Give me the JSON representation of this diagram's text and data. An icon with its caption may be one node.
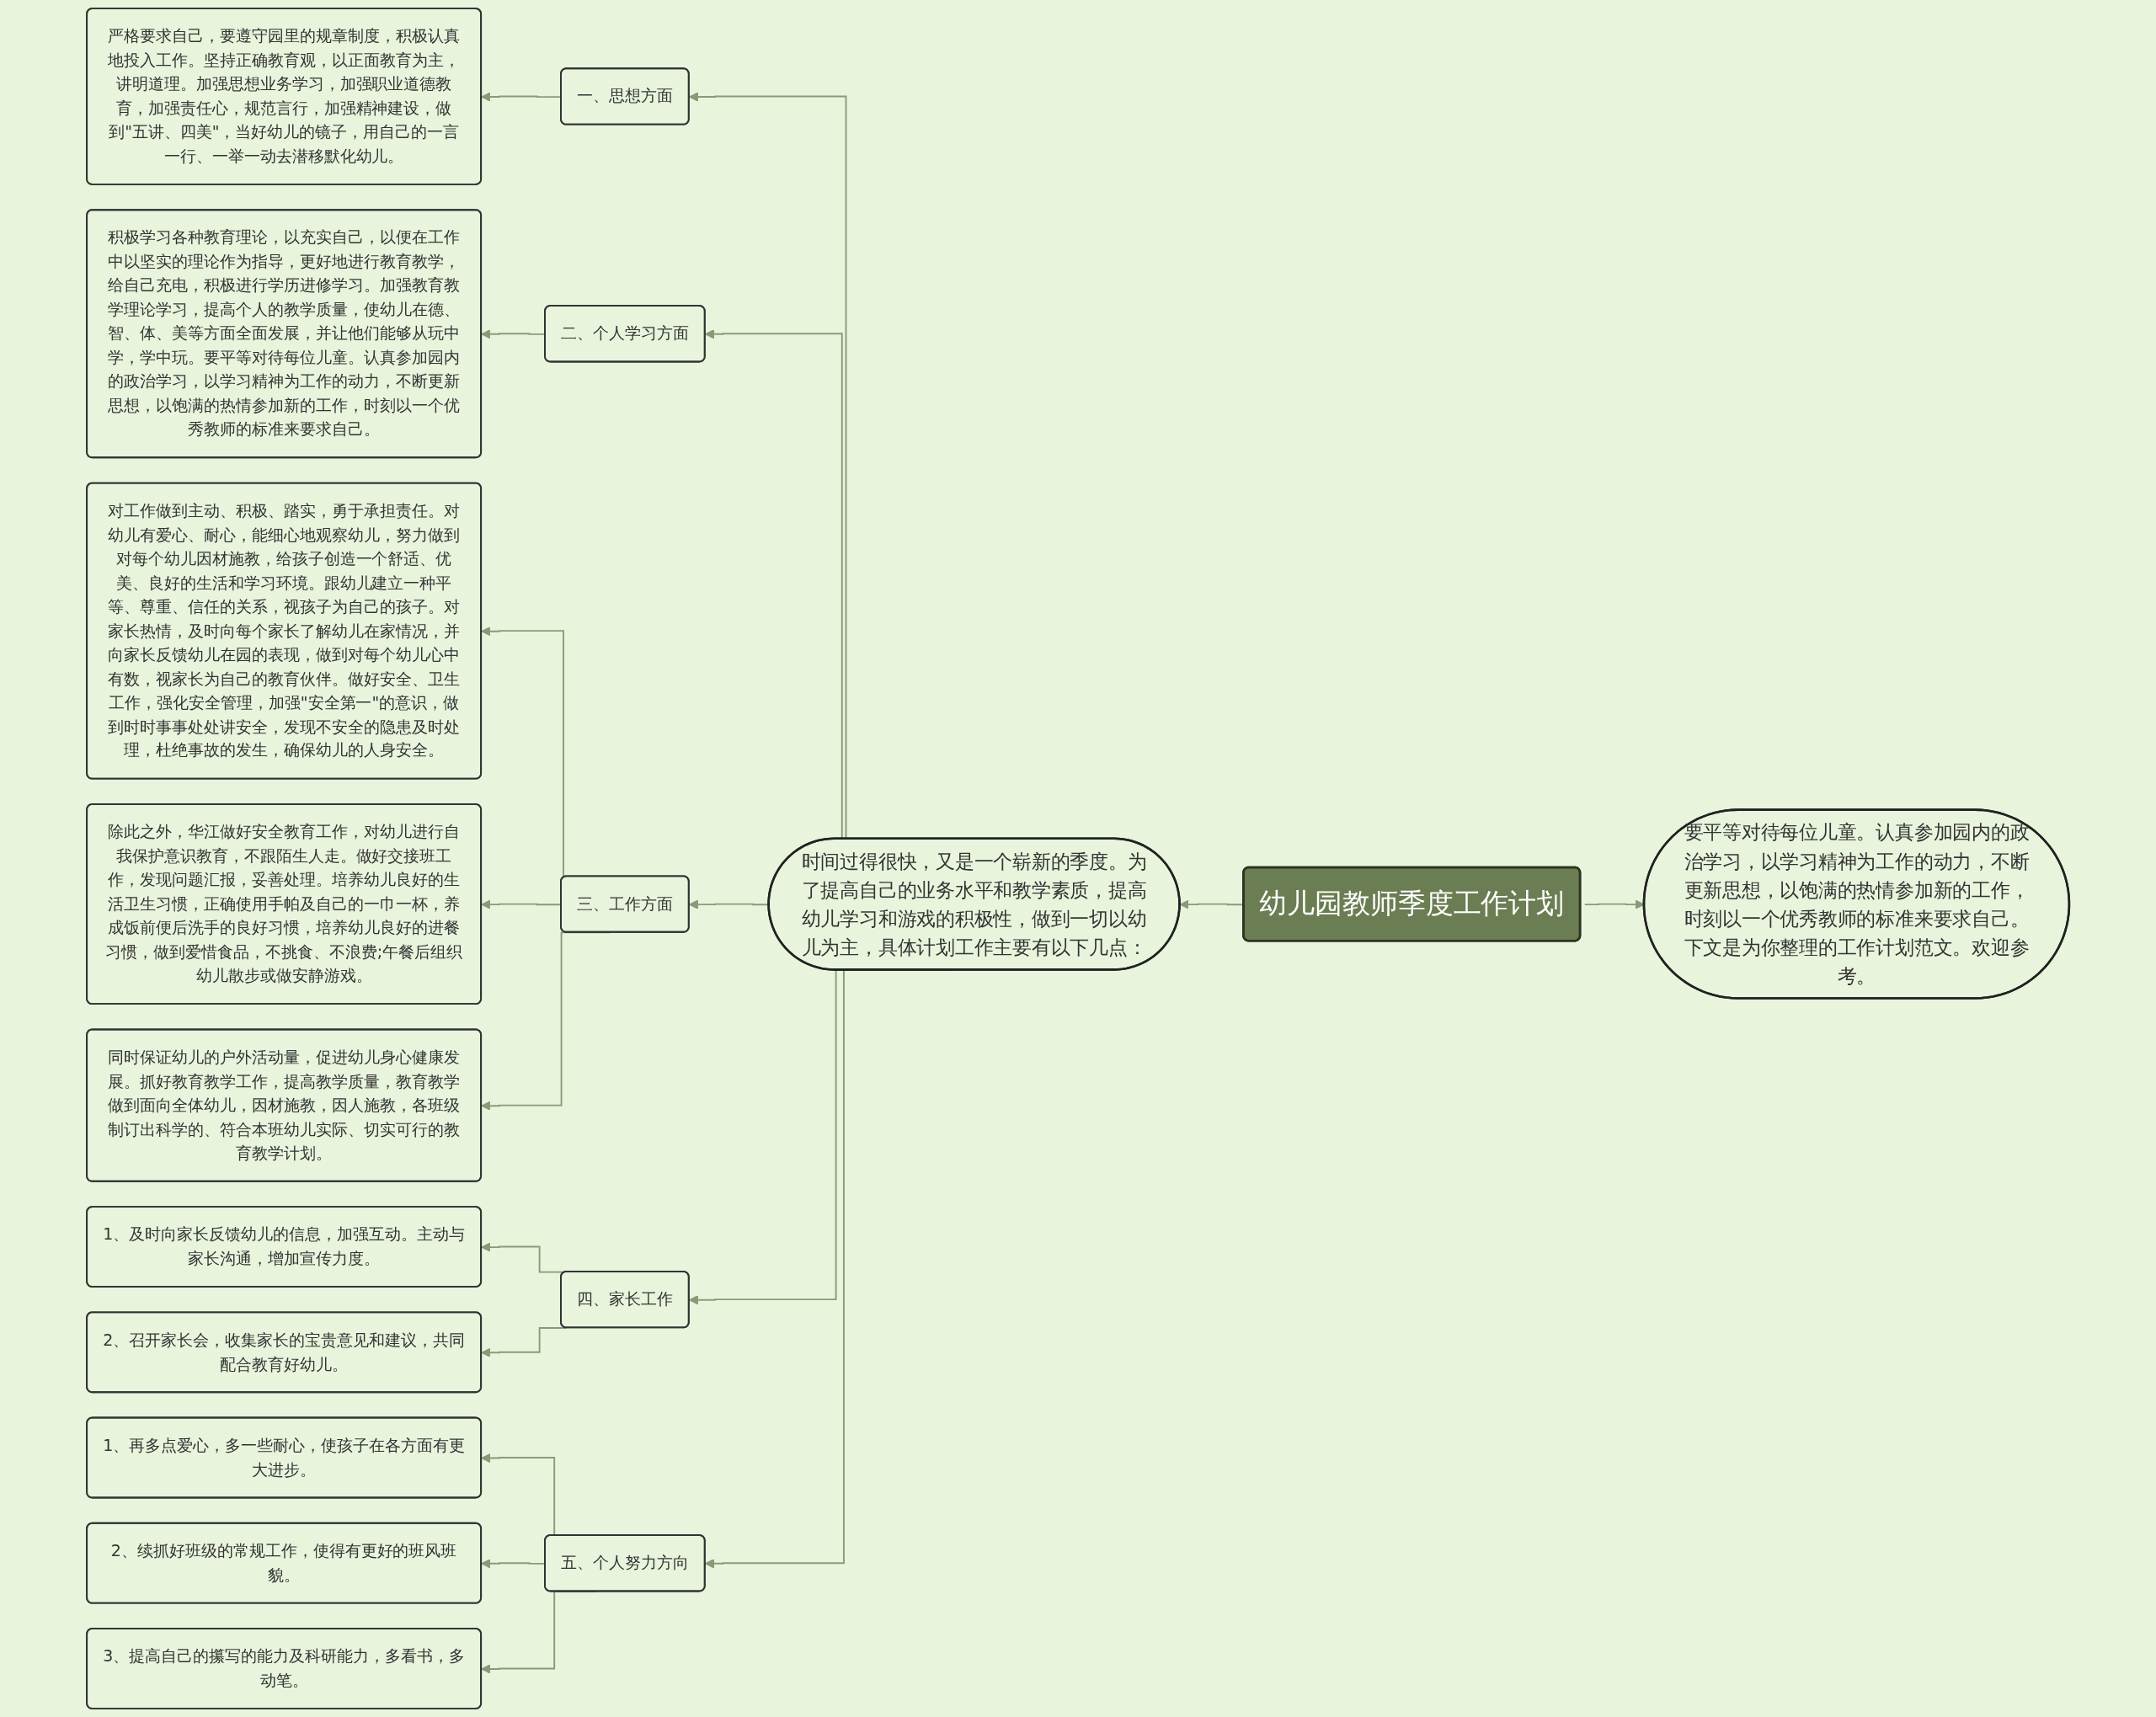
{
  "diagram": {
    "nodes": [
      {
        "text": [
          "幼儿园教师季度工作计划"
        ]
      },
      {
        "text": [
          "时间过得很快，又是一个崭新的季度。为了提高自己的业务水平和教学素质，提高幼儿学习和游戏的积极性，做到一切以幼儿为主，具体计划工作主要有以下几点："
        ]
      },
      {
        "text": [
          "要平等对待每位儿童。认真参加园内的政治学习，以学习精神为工作的动力，不断更新思想，以饱满的热情参加新的工作，时刻以一个优秀教师的标准来要求自己。下文是为你整理的工作计划范文。欢迎参考。"
        ]
      },
      {
        "text": [
          "一、思想方面"
        ]
      },
      {
        "text": [
          "严格要求自己，要遵守园里的规章制度，积极认真地投入工作。坚持正确教育观，以正面教育为主，讲明道理。加强思想业务学习，加强职业道德教育，加强责任心，规范言行，加强精神建设，做到\"五讲、四美\"，当好幼儿的镜子，用自己的一言一行、一举一动去潜移默化幼儿。"
        ]
      },
      {
        "text": [
          "二、个人学习方面"
        ]
      },
      {
        "text": [
          "积极学习各种教育理论，以充实自己，以便在工作中以坚实的理论作为指导，更好地进行教育教学，给自己充电，积极进行学历进修学习。加强教育教学理论学习，提高个人的教学质量，使幼儿在德、智、体、美等方面全面发展，并让他们能够从玩中学，学中玩。要平等对待每位儿童。认真参加园内的政治学习，以学习精神为工作的动力，不断更新思想，以饱满的热情参加新的工作，时刻以一个优秀教师的标准来要求自己。"
        ]
      },
      {
        "text": [
          "三、工作方面"
        ]
      },
      {
        "text": [
          "对工作做到主动、积极、踏实，勇于承担责任。对幼儿有爱心、耐心，能细心地观察幼儿，努力做到对每个幼儿因材施教，给孩子创造一个舒适、优美、良好的生活和学习环境。跟幼儿建立一种平等、尊重、信任的关系，视孩子为自己的孩子。对家长热情，及时向每个家长了解幼儿在家情况，并向家长反馈幼儿在园的表现，做到对每个幼儿心中有数，视家长为自己的教育伙伴。做好安全、卫生工作，强化安全管理，加强\"安全第一\"的意识，做到时时事事处处讲安全，发现不安全的隐患及时处理，杜绝事故的发生，确保幼儿的人身安全。"
        ]
      },
      {
        "text": [
          "除此之外，华江做好安全教育工作，对幼儿进行自我保护意识教育，不跟陌生人走。做好交接班工作，发现问题汇报，妥善处理。培养幼儿良好的生活卫生习惯，正确使用手帕及自己的一巾一杯，养成饭前便后洗手的良好习惯，培养幼儿良好的进餐习惯，做到爱惜食品，不挑食、不浪费;午餐后组织幼儿散步或做安静游戏。"
        ]
      },
      {
        "text": [
          "同时保证幼儿的户外活动量，促进幼儿身心健康发展。抓好教育教学工作，提高教学质量，教育教学做到面向全体幼儿，因材施教，因人施教，各班级制订出科学的、符合本班幼儿实际、切实可行的教育教学计划。"
        ]
      },
      {
        "text": [
          "四、家长工作"
        ]
      },
      {
        "text": [
          "1、及时向家长反馈幼儿的信息，加强互动。主动与家长沟通，增加宣传力度。"
        ]
      },
      {
        "text": [
          "2、召开家长会，收集家长的宝贵意见和建议，共同配合教育好幼儿。"
        ]
      },
      {
        "text": [
          "五、个人努力方向"
        ]
      },
      {
        "text": [
          "1、再多点爱心，多一些耐心，使孩子在各方面有更大进步。"
        ]
      },
      {
        "text": [
          "2、续抓好班级的常规工作，使得有更好的班风班貌。"
        ]
      },
      {
        "text": [
          "3、提高自己的攥写的能力及科研能力，多看书，多动笔。"
        ]
      }
    ],
    "edges": [
      {
        "from": 0,
        "to": 1,
        "arrow": "to"
      },
      {
        "from": 0,
        "to": 2,
        "arrow": "to"
      },
      {
        "from": 1,
        "to": 3,
        "arrow": "to"
      },
      {
        "from": 1,
        "to": 5,
        "arrow": "to"
      },
      {
        "from": 1,
        "to": 7,
        "arrow": "to"
      },
      {
        "from": 1,
        "to": 11,
        "arrow": "to"
      },
      {
        "from": 1,
        "to": 14,
        "arrow": "to"
      },
      {
        "from": 3,
        "to": 4,
        "arrow": "to"
      },
      {
        "from": 5,
        "to": 6,
        "arrow": "to"
      },
      {
        "from": 7,
        "to": 8,
        "arrow": "to"
      },
      {
        "from": 7,
        "to": 9,
        "arrow": "to"
      },
      {
        "from": 7,
        "to": 10,
        "arrow": "to"
      },
      {
        "from": 11,
        "to": 12,
        "arrow": "to"
      },
      {
        "from": 11,
        "to": 13,
        "arrow": "to"
      },
      {
        "from": 14,
        "to": 15,
        "arrow": "to"
      },
      {
        "from": 14,
        "to": 16,
        "arrow": "to"
      },
      {
        "from": 14,
        "to": 17,
        "arrow": "to"
      }
    ]
  }
}
